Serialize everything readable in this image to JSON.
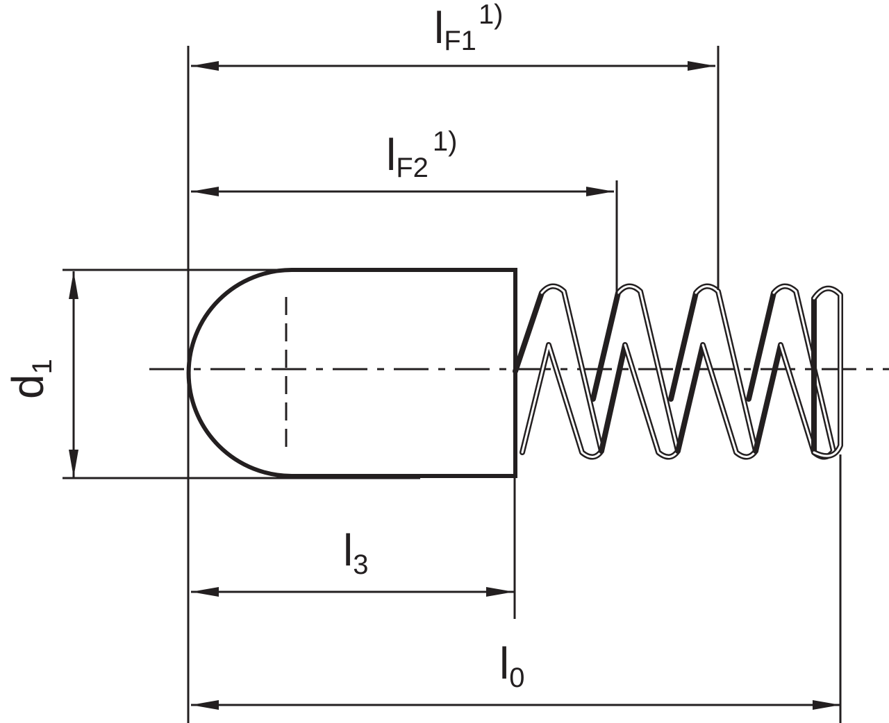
{
  "dimensions": {
    "lf1": {
      "base": "l",
      "sub": "F1",
      "sup": "1)"
    },
    "lf2": {
      "base": "l",
      "sub": "F2",
      "sup": "1)"
    },
    "l3": {
      "base": "l",
      "sub": "3"
    },
    "l0": {
      "base": "l",
      "sub": "0"
    },
    "d1": {
      "base": "d",
      "sub": "1"
    }
  },
  "colors": {
    "ink": "#231f20",
    "background": "#ffffff"
  }
}
